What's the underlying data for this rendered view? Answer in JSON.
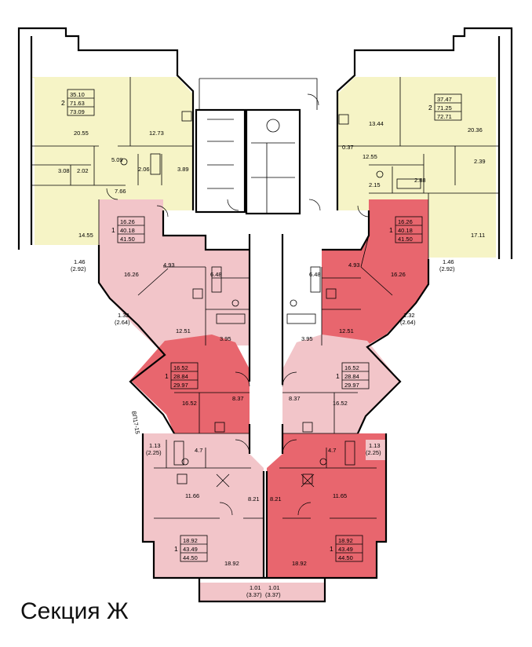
{
  "caption": "Секция Ж",
  "colors": {
    "yellow": "#f6f4c6",
    "pink_light": "#f2c5c9",
    "pink_dark": "#e8666e",
    "wall": "#000000"
  },
  "apartments": {
    "top_left": {
      "rooms": "2",
      "living": "35.10",
      "total": "71.63",
      "total_balcony": "73.09"
    },
    "top_right": {
      "rooms": "2",
      "living": "37.47",
      "total": "71.25",
      "total_balcony": "72.71"
    },
    "mid_left": {
      "rooms": "1",
      "living": "16.26",
      "total": "40.18",
      "total_balcony": "41.50"
    },
    "mid_right": {
      "rooms": "1",
      "living": "16.26",
      "total": "40.18",
      "total_balcony": "41.50"
    },
    "center_left": {
      "rooms": "1",
      "living": "16.52",
      "total": "28.84",
      "total_balcony": "29.97"
    },
    "center_right": {
      "rooms": "1",
      "living": "16.52",
      "total": "28.84",
      "total_balcony": "29.97"
    },
    "bottom_left": {
      "rooms": "1",
      "living": "18.92",
      "total": "43.49",
      "total_balcony": "44.50"
    },
    "bottom_right": {
      "rooms": "1",
      "living": "18.92",
      "total": "43.49",
      "total_balcony": "44.50"
    }
  },
  "areas": {
    "tl_20_55": "20.55",
    "tl_12_73": "12.73",
    "tl_5_09": "5.09",
    "tl_2_06": "2.06",
    "tl_3_89": "3.89",
    "tl_3_08": "3.08",
    "tl_2_02": "2.02",
    "tl_7_66": "7.66",
    "tl_14_55": "14.55",
    "tl_bal": "1.46",
    "tl_bal_p": "(2.92)",
    "tr_13_44": "13.44",
    "tr_20_36": "20.36",
    "tr_0_37": "0.37",
    "tr_12_55": "12.55",
    "tr_2_39": "2.39",
    "tr_2_88": "2.88",
    "tr_2_15": "2.15",
    "tr_17_11": "17.11",
    "tr_bal": "1.46",
    "tr_bal_p": "(2.92)",
    "ml_4_93": "4.93",
    "ml_16_26": "16.26",
    "ml_6_48": "6.48",
    "ml_12_51": "12.51",
    "ml_3_95": "3.95",
    "ml_bal": "1.32",
    "ml_bal_p": "(2.64)",
    "mr_4_93": "4.93",
    "mr_6_48": "6.48",
    "mr_16_26": "16.26",
    "mr_12_51": "12.51",
    "mr_3_95": "3.95",
    "mr_bal": "1.32",
    "mr_bal_p": "(2.64)",
    "cl_8_37": "8.37",
    "cl_16_52": "16.52",
    "cr_8_37": "8.37",
    "cr_16_52": "16.52",
    "bl_bal": "1.13",
    "bl_bal_p": "(2.25)",
    "bl_4_7": "4.7",
    "bl_11_66": "11.66",
    "bl_8_21": "8.21",
    "bl_18_92": "18.92",
    "br_bal": "1.13",
    "br_bal_p": "(2.25)",
    "br_4_7": "4.7",
    "br_8_21": "8.21",
    "br_11_65": "11.65",
    "br_18_92": "18.92",
    "bot_bal_l": "1.01",
    "bot_bal_l_p": "(3.37)",
    "bot_bal_r": "1.01",
    "bot_bal_r_p": "(3.37)",
    "tag": "ВП17-15"
  }
}
